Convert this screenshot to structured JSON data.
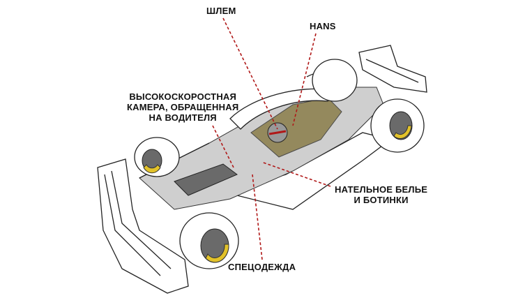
{
  "labels": {
    "helmet": "ШЛЕМ",
    "hans": "HANS",
    "camera_line1": "ВЫСОКОСКОРОСТНАЯ",
    "camera_line2": "КАМЕРА, ОБРАЩЕННАЯ",
    "camera_line3": "НА ВОДИТЕЛЯ",
    "underwear_line1": "НАТЕЛЬНОЕ БЕЛЬЕ",
    "underwear_line2": "И БОТИНКИ",
    "overalls": "СПЕЦОДЕЖДА"
  },
  "colors": {
    "leader_line": "#b01818",
    "accent": "#e2c22a"
  }
}
